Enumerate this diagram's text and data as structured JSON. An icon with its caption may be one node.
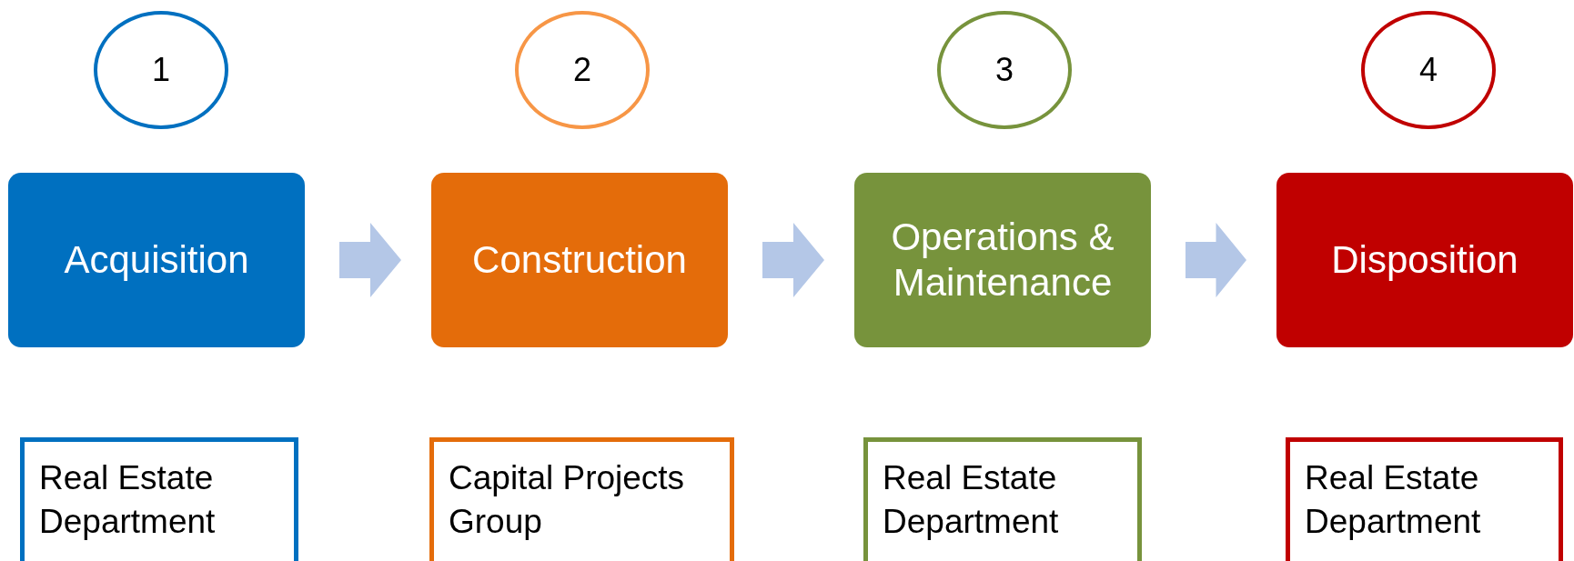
{
  "diagram": {
    "nodes": [
      {
        "text": [
          "1"
        ]
      },
      {
        "text": [
          "2"
        ]
      },
      {
        "text": [
          "3"
        ]
      },
      {
        "text": [
          "4"
        ]
      },
      {
        "text": [
          "Acquisition"
        ]
      },
      {
        "text": [
          "Construction"
        ]
      },
      {
        "text": [
          "Operations & Maintenance"
        ]
      },
      {
        "text": [
          "Disposition"
        ]
      },
      {
        "text": [
          "Real Estate Department"
        ]
      },
      {
        "text": [
          "Capital Projects Group"
        ]
      },
      {
        "text": [
          "Real Estate Department"
        ]
      },
      {
        "text": [
          "Real Estate Department"
        ]
      }
    ],
    "edges": [
      {
        "from": 4,
        "to": 5,
        "arrow": "to"
      },
      {
        "from": 5,
        "to": 6,
        "arrow": "to"
      },
      {
        "from": 6,
        "to": 7,
        "arrow": "to"
      }
    ]
  }
}
